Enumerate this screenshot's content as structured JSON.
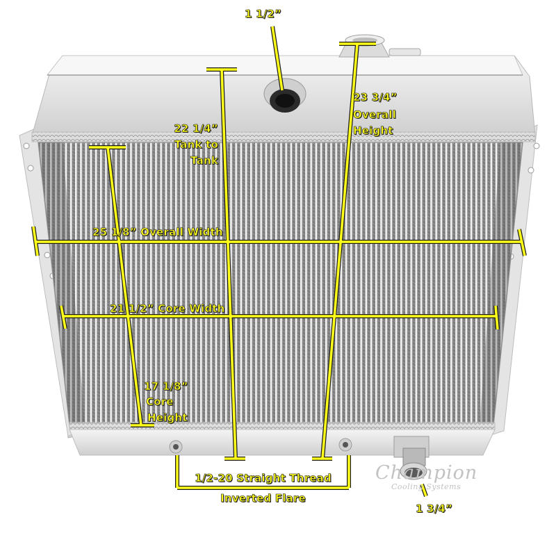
{
  "figure": {
    "subject": "Aluminum radiator with dimension callouts",
    "annotation_color": "#ffff1a",
    "metal_color": "#d8d8d8",
    "core_color": "#8c8c8c"
  },
  "callouts": {
    "inlet": {
      "value": "1 1/2”"
    },
    "overall_height": {
      "value": "23 3/4”",
      "line1": "Overall",
      "line2": "Height"
    },
    "tank_to_tank": {
      "value": "22 1/4”",
      "line1": "Tank to",
      "line2": "Tank"
    },
    "overall_width": {
      "text": "25 1/8” Overall Width"
    },
    "core_width": {
      "text": "21 1/2” Core Width"
    },
    "core_height": {
      "value": "17 1/8”",
      "line1": "Core",
      "line2": "Height"
    },
    "drain_fittings": {
      "line1": "1/2-20 Straight Thread",
      "line2": "Inverted Flare"
    },
    "outlet": {
      "value": "1 3/4”"
    }
  },
  "watermark": {
    "brand": "Champion",
    "tagline": "Cooling Systems"
  }
}
